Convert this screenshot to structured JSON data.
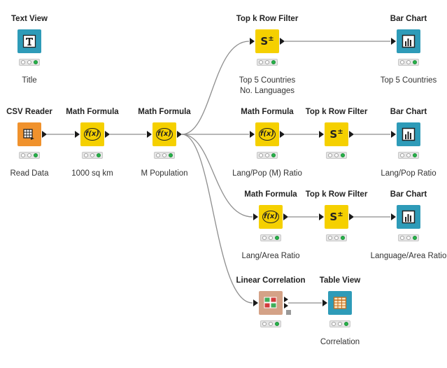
{
  "nodes": [
    {
      "id": "textview",
      "title": "Text View",
      "label": "Title",
      "kind": "textview",
      "color": "#2e9bb8",
      "glyph": "T"
    },
    {
      "id": "csv",
      "title": "CSV Reader",
      "label": "Read Data",
      "kind": "csv",
      "color": "#f0922d",
      "glyph": "csv"
    },
    {
      "id": "math1",
      "title": "Math Formula",
      "label": "1000 sq km",
      "kind": "math",
      "color": "#f5d000",
      "glyph": "f(x)"
    },
    {
      "id": "math2",
      "title": "Math Formula",
      "label": "M Population",
      "kind": "math",
      "color": "#f5d000",
      "glyph": "f(x)"
    },
    {
      "id": "topk1",
      "title": "Top k Row Filter",
      "label": "Top 5 Countries\nNo. Languages",
      "kind": "topk",
      "color": "#f5d000",
      "glyph": "S±"
    },
    {
      "id": "bar1",
      "title": "Bar Chart",
      "label": "Top 5 Countries",
      "kind": "bar",
      "color": "#2e9bb8",
      "glyph": "bar"
    },
    {
      "id": "math3",
      "title": "Math Formula",
      "label": "Lang/Pop (M) Ratio",
      "kind": "math",
      "color": "#f5d000",
      "glyph": "f(x)"
    },
    {
      "id": "topk2",
      "title": "Top k Row Filter",
      "label": "",
      "kind": "topk",
      "color": "#f5d000",
      "glyph": "S±"
    },
    {
      "id": "bar2",
      "title": "Bar Chart",
      "label": "Lang/Pop Ratio",
      "kind": "bar",
      "color": "#2e9bb8",
      "glyph": "bar"
    },
    {
      "id": "math4",
      "title": "Math Formula",
      "label": "Lang/Area Ratio",
      "kind": "math",
      "color": "#f5d000",
      "glyph": "f(x)"
    },
    {
      "id": "topk3",
      "title": "Top k Row Filter",
      "label": "",
      "kind": "topk",
      "color": "#f5d000",
      "glyph": "S±"
    },
    {
      "id": "bar3",
      "title": "Bar Chart",
      "label": "Language/Area Ratio",
      "kind": "bar",
      "color": "#2e9bb8",
      "glyph": "bar"
    },
    {
      "id": "corr",
      "title": "Linear Correlation",
      "label": "",
      "kind": "corr",
      "color": "#d4a287",
      "glyph": "corr"
    },
    {
      "id": "table",
      "title": "Table View",
      "label": "Correlation",
      "kind": "table",
      "color": "#2e9bb8",
      "glyph": "table"
    }
  ],
  "edges": [
    [
      "csv",
      "math1"
    ],
    [
      "math1",
      "math2"
    ],
    [
      "math2",
      "topk1"
    ],
    [
      "math2",
      "math3"
    ],
    [
      "math2",
      "math4"
    ],
    [
      "math2",
      "corr"
    ],
    [
      "topk1",
      "bar1"
    ],
    [
      "math3",
      "topk2"
    ],
    [
      "topk2",
      "bar2"
    ],
    [
      "math4",
      "topk3"
    ],
    [
      "topk3",
      "bar3"
    ],
    [
      "corr",
      "table"
    ]
  ],
  "status_colors": {
    "ok": "#27b34a",
    "idle": "#ffffff"
  }
}
